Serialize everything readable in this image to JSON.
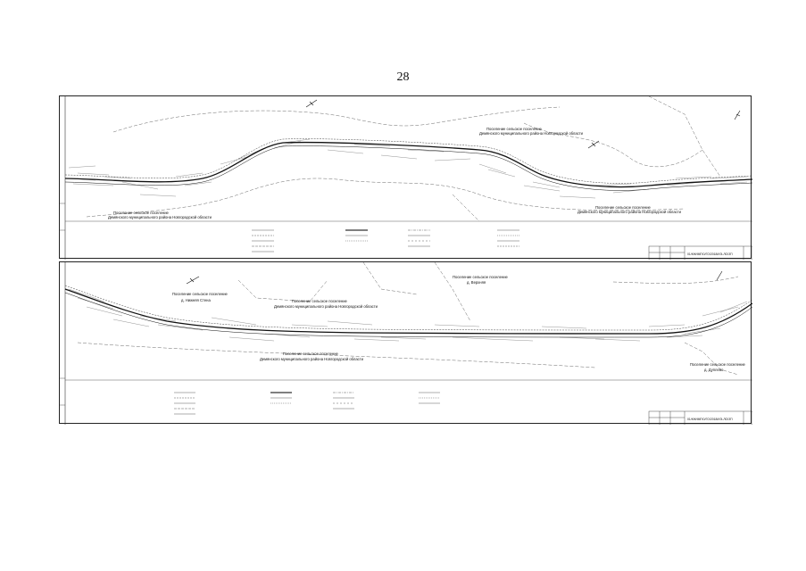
{
  "page": {
    "number": "28"
  },
  "sheets": [
    {
      "area_labels": [
        {
          "text": "Поселение сельское поселение"
        },
        {
          "text": "Демянского муниципального района Новгородской области"
        },
        {
          "text": "Поселение сельское поселение"
        },
        {
          "text": "Демянского муниципального района Новгородской области"
        },
        {
          "text": "Поселение сельское поселение"
        },
        {
          "text": "Демянского муниципального района Новгородской области"
        }
      ],
      "stamp_code": "01/КНИМГЮ/ГО/2018/ИЭ-ЛО/ЗП"
    },
    {
      "area_labels": [
        {
          "text": "Поселение сельское поселение"
        },
        {
          "text": "д. Верхняя"
        },
        {
          "text": "Поселение сельское поселение"
        },
        {
          "text": "д. Нижняя Стена"
        },
        {
          "text": "Поселение сельское поселение"
        },
        {
          "text": "Демянского муниципального района Новгородской области"
        },
        {
          "text": "Поселение сельское поселение"
        },
        {
          "text": "Демянского муниципального района Новгородской области"
        },
        {
          "text": "Поселение сельское поселение"
        },
        {
          "text": "д. Дуплево"
        }
      ],
      "stamp_code": "01/КНИМГЮ/ГО/2018/ИЭ-ЛО/ЗП"
    }
  ]
}
